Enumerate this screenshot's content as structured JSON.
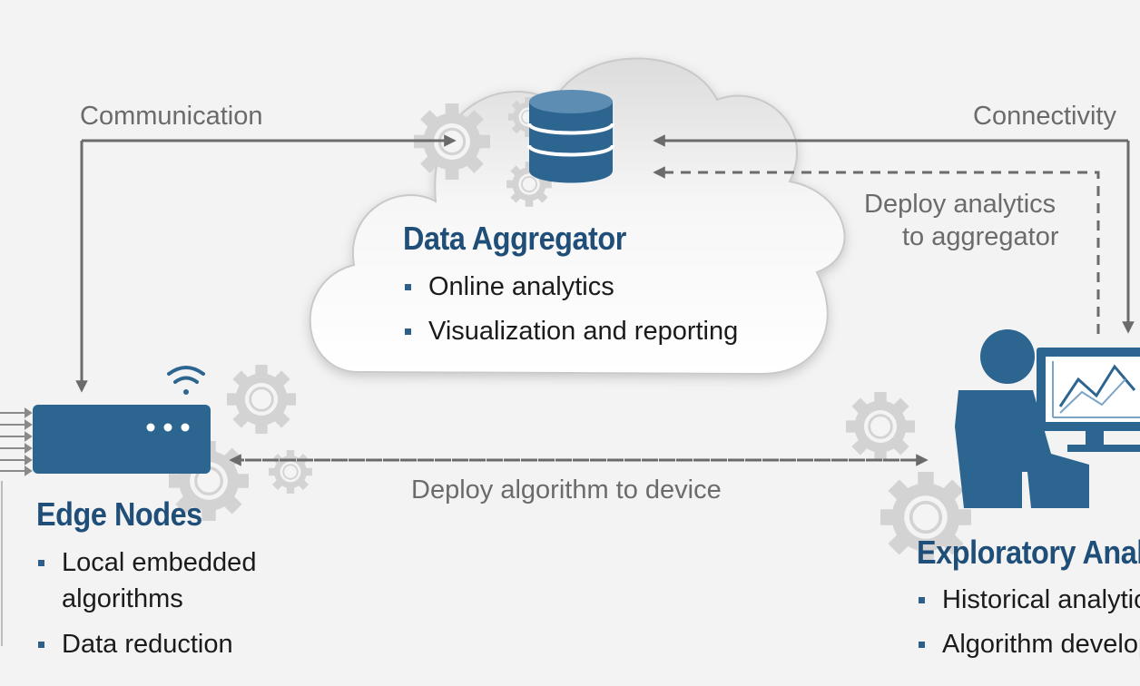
{
  "flows": {
    "communication": "Communication",
    "connectivity": "Connectivity",
    "deploy_to_aggregator": [
      "Deploy analytics",
      "to aggregator"
    ],
    "deploy_to_device": "Deploy algorithm to device"
  },
  "aggregator": {
    "title": "Data Aggregator",
    "items": [
      "Online analytics",
      "Visualization and reporting"
    ]
  },
  "edge": {
    "title": "Edge Nodes",
    "items": [
      [
        "Local embedded",
        "algorithms"
      ],
      [
        "Data reduction"
      ]
    ]
  },
  "exploratory": {
    "title": "Exploratory Analytics",
    "items": [
      "Historical analytics",
      "Algorithm development"
    ]
  },
  "colors": {
    "primary": "#2c6590",
    "title": "#1f4e79",
    "arrow": "#6b6b6b",
    "gear": "#d6d6d6"
  },
  "icons": [
    "database-icon",
    "gear-icon",
    "wifi-icon",
    "router-icon",
    "analyst-icon",
    "monitor-chart-icon"
  ]
}
